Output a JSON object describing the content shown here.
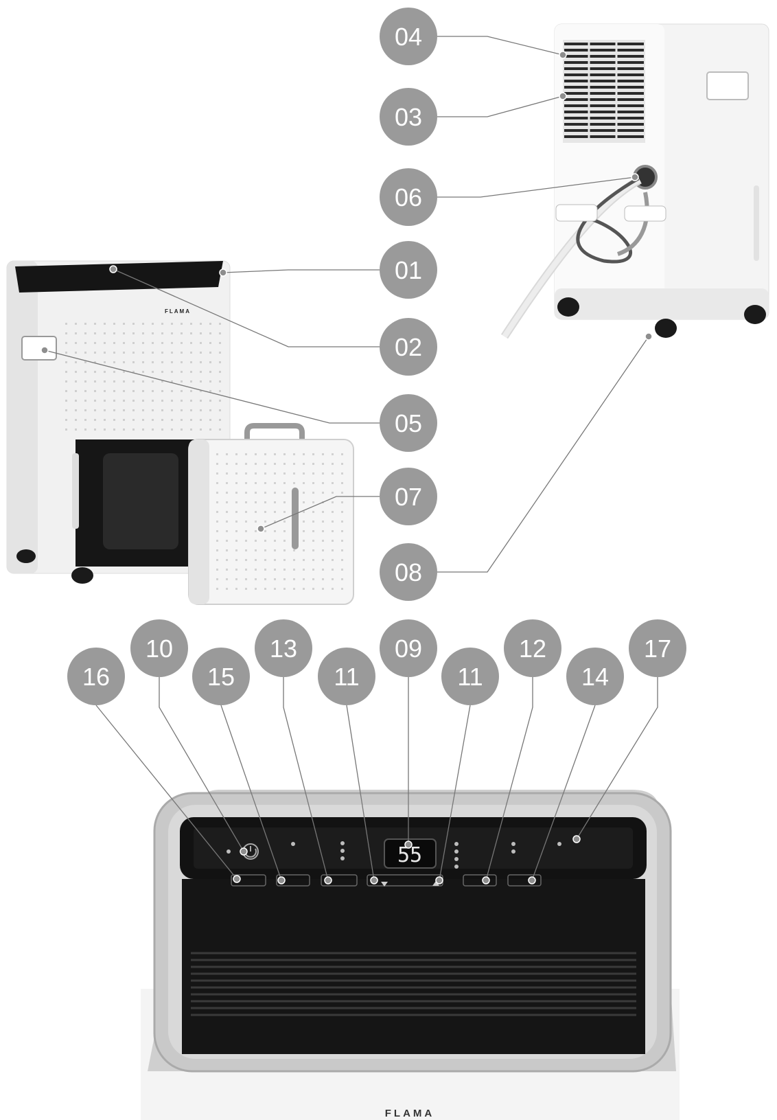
{
  "brand": "FLAMA",
  "display_value": "55",
  "callouts": [
    "04",
    "03",
    "06",
    "01",
    "02",
    "05",
    "07",
    "08",
    "16",
    "10",
    "15",
    "13",
    "11",
    "09",
    "11",
    "12",
    "14",
    "17"
  ],
  "colors": {
    "callout_fill": "#9a9a9a",
    "leader_line": "#777777",
    "appliance_body": "#f3f3f3",
    "panel_dark": "#1c1c1c"
  }
}
